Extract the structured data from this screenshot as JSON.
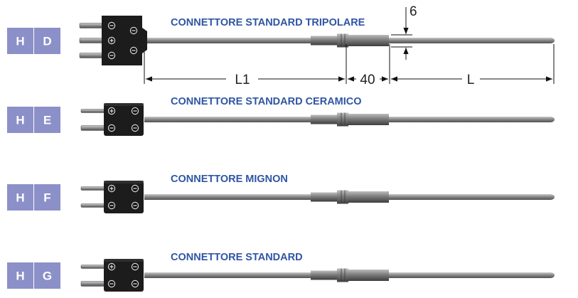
{
  "colors": {
    "code_box": "#8b90c8",
    "title": "#2f55a4",
    "sheath": "#8a8a8a",
    "connector": "#1c1c1c",
    "pin": "#9a9a9a"
  },
  "variants": [
    {
      "code": [
        "H",
        "D"
      ],
      "title": "CONNETTORE STANDARD TRIPOLARE",
      "connector": "tripolar"
    },
    {
      "code": [
        "H",
        "E"
      ],
      "title": "CONNETTORE STANDARD CERAMICO",
      "connector": "standard"
    },
    {
      "code": [
        "H",
        "F"
      ],
      "title": "CONNETTORE MIGNON",
      "connector": "mignon"
    },
    {
      "code": [
        "H",
        "G"
      ],
      "title": "CONNETTORE STANDARD",
      "connector": "standard"
    }
  ],
  "dimensions": {
    "diameter": "6",
    "l1": "L1",
    "fitting": "40",
    "l": "L"
  }
}
